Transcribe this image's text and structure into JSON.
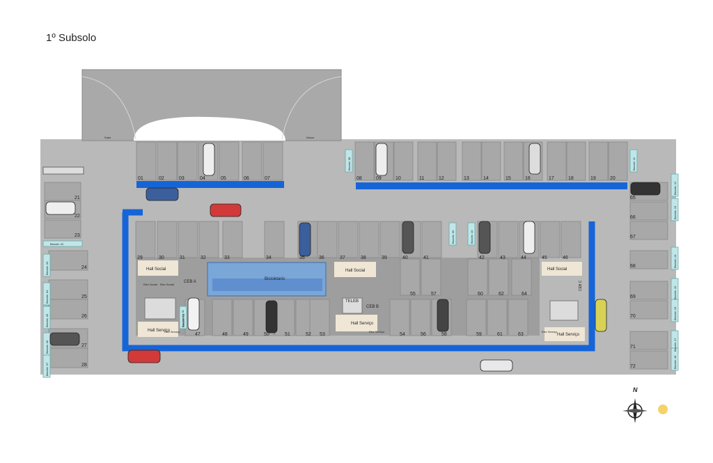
{
  "title": "1º Subsolo",
  "ramp": {
    "left_label": "Sobe",
    "right_label": "Desce"
  },
  "spots": {
    "top_row": [
      "01",
      "02",
      "03",
      "04",
      "05",
      "06",
      "07",
      "08",
      "09",
      "10",
      "11",
      "12",
      "13",
      "14",
      "15",
      "16",
      "17",
      "18",
      "19",
      "20"
    ],
    "left_col": [
      "21",
      "22",
      "23"
    ],
    "left_col_lower": [
      "24",
      "25",
      "26",
      "27",
      "28"
    ],
    "mid_top": [
      "29",
      "30",
      "31",
      "32",
      "33",
      "34",
      "35",
      "36",
      "37",
      "38",
      "39",
      "40",
      "41",
      "42",
      "43",
      "44",
      "45",
      "46"
    ],
    "mid_bottom": [
      "47",
      "48",
      "49",
      "50",
      "51",
      "52",
      "53",
      "54",
      "55",
      "56",
      "57",
      "58",
      "59",
      "60",
      "61",
      "62",
      "63",
      "64"
    ],
    "right_col": [
      "65",
      "66",
      "67",
      "68",
      "69",
      "70",
      "71",
      "72"
    ]
  },
  "rooms": {
    "hall_social": "Hall Social",
    "hall_servico": "Hall Serviço",
    "elev_social": "Elev Social",
    "elev_servico": "Elev Serviço",
    "ceb_a": "CEB A",
    "ceb_b": "CEB B",
    "ceb_c": "CEB C",
    "teleb": "TELEB",
    "bicicletario": "Bicicletario",
    "bicicletario_01": "Bicicletario 01"
  },
  "bike_racks": [
    "Biciclet. 01",
    "Biciclet. 02",
    "Biciclet. 03",
    "Biciclet. 04",
    "Biciclet. 05",
    "Biciclet. 06",
    "Biciclet. 07",
    "Biciclet. 08",
    "Biciclet. 09",
    "Biciclet. 10",
    "Biciclet. 11",
    "Biciclet. 12",
    "Biciclet. 13",
    "Biciclet. 14",
    "Biciclet. 15",
    "Biciclet. 16",
    "Biciclet. 17",
    "Biciclet. 18",
    "Biciclet. 19"
  ],
  "compass": {
    "north": "N"
  },
  "colors": {
    "floor": "#b9b9b9",
    "spot": "#a8a8a8",
    "blue_line": "#1565d8",
    "hall": "#efe6d6",
    "bike": "#bfe6e8"
  }
}
